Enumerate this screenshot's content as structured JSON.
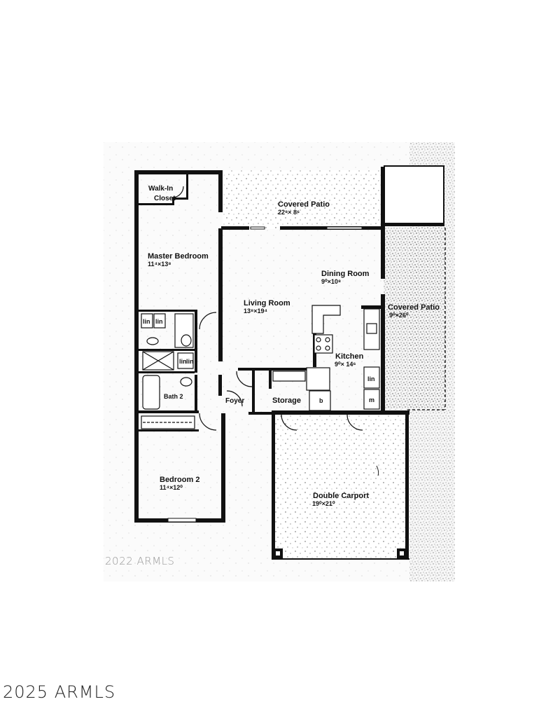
{
  "floorplan": {
    "rooms": [
      {
        "id": "walk-in-closet",
        "name": "Walk-In Closet",
        "line1": "Walk-In",
        "line2": "Closet",
        "dims": ""
      },
      {
        "id": "master-bedroom",
        "name": "Master Bedroom",
        "dims": "11⁴×13⁸"
      },
      {
        "id": "covered-patio-rear",
        "name": "Covered Patio",
        "dims": "22⁸× 8⁶"
      },
      {
        "id": "dining-room",
        "name": "Dining Room",
        "dims": "9⁰×10⁸"
      },
      {
        "id": "living-room",
        "name": "Living Room",
        "dims": "13⁸×19⁴"
      },
      {
        "id": "covered-patio-side",
        "name": "Covered Patio",
        "dims": "9⁰×26⁰"
      },
      {
        "id": "kitchen",
        "name": "Kitchen",
        "dims": "9⁰× 14⁶"
      },
      {
        "id": "bath-2",
        "name": "Bath 2",
        "dims": ""
      },
      {
        "id": "foyer",
        "name": "Foyer",
        "dims": ""
      },
      {
        "id": "storage",
        "name": "Storage",
        "dims": ""
      },
      {
        "id": "bedroom-2",
        "name": "Bedroom 2",
        "dims": "11⁴×12⁰"
      },
      {
        "id": "double-carport",
        "name": "Double Carport",
        "dims": "19⁰×21⁰"
      }
    ],
    "fixture_labels": {
      "linen_1": "lin",
      "linen_2": "lin",
      "linen_3": "lin",
      "linen_4": "lin",
      "pantry_b": "b",
      "laundry_m": "m",
      "laundry_lin": "lin"
    }
  },
  "watermarks": {
    "inner": "2022 ARMLS",
    "outer": "2025 ARMLS"
  }
}
